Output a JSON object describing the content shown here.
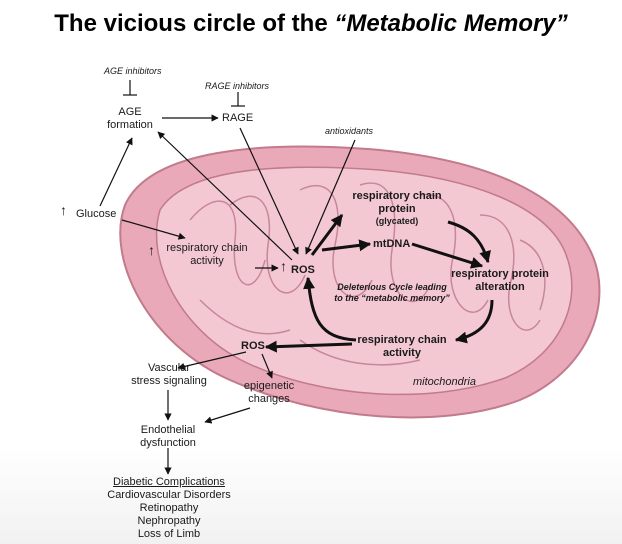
{
  "title": {
    "prefix": "The vicious circle of the ",
    "emphasis": "“Metabolic Memory”"
  },
  "labels": {
    "age_inhibitors": "AGE inhibitors",
    "age_formation_1": "AGE",
    "age_formation_2": "formation",
    "rage_inhibitors": "RAGE inhibitors",
    "rage": "RAGE",
    "antioxidants": "antioxidants",
    "glucose": "Glucose",
    "resp_chain_activity_left_1": "respiratory chain",
    "resp_chain_activity_left_2": "activity",
    "ros_center": "ROS",
    "resp_chain_protein_1": "respiratory chain",
    "resp_chain_protein_2": "protein",
    "glycated": "(glycated)",
    "mtdna": "mtDNA",
    "resp_protein_alteration_1": "respiratory protein",
    "resp_protein_alteration_2": "alteration",
    "deleterious_1": "Deleterious Cycle leading",
    "deleterious_2": "to the “metabolic memory”",
    "resp_chain_activity_bottom_1": "respiratory chain",
    "resp_chain_activity_bottom_2": "activity",
    "ros_lower": "ROS",
    "mitochondria": "mitochondria",
    "vascular_1": "Vascular",
    "vascular_2": "stress signaling",
    "epigenetic_1": "epigenetic",
    "epigenetic_2": "changes",
    "endothelial_1": "Endothelial",
    "endothelial_2": "dysfunction",
    "up_arrow": "↑"
  },
  "complications": {
    "heading": "Diabetic Complications",
    "items": [
      "Cardiovascular Disorders",
      "Retinopathy",
      "Nephropathy",
      "Loss of Limb"
    ]
  },
  "colors": {
    "outer_membrane": "#e9a9b9",
    "inner_membrane": "#f3c8d3",
    "membrane_stroke": "#c27a8d",
    "cristae": "#f7d9e0",
    "arrow": "#111111"
  }
}
